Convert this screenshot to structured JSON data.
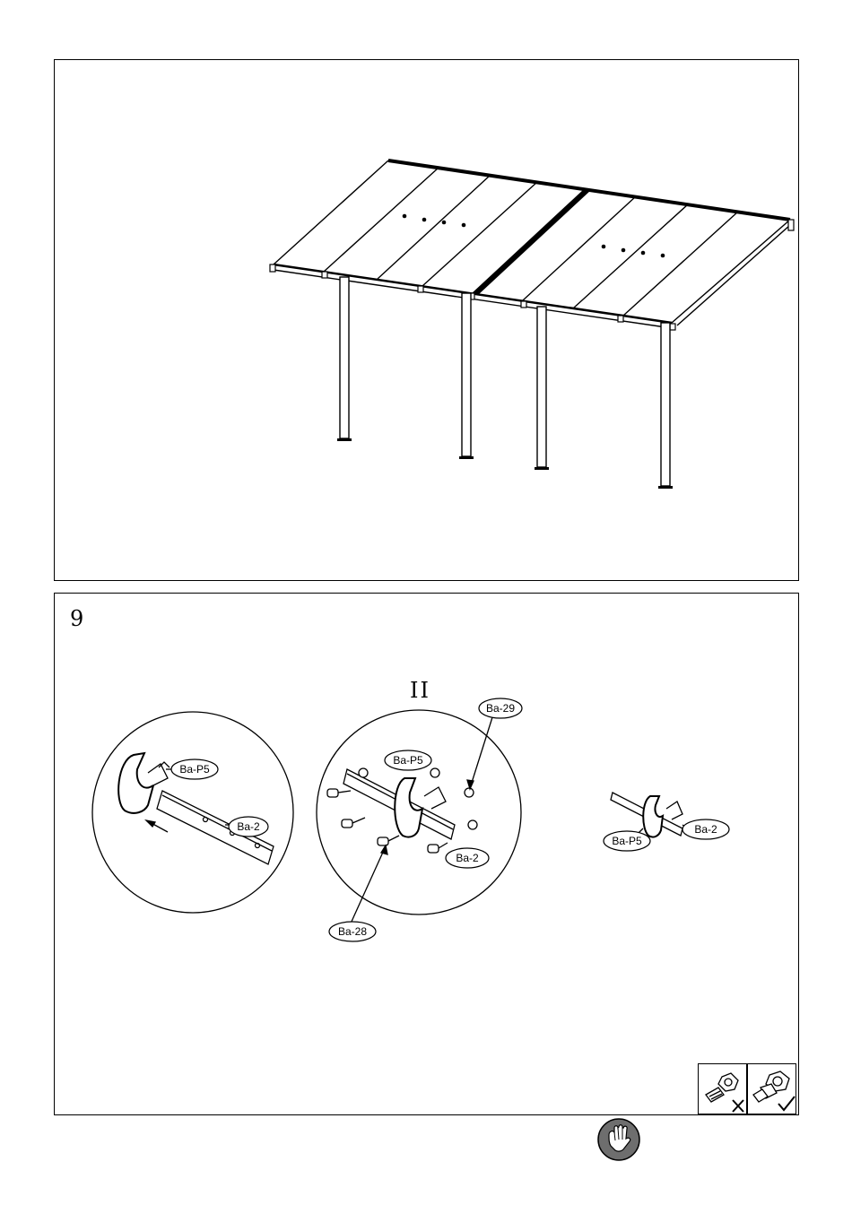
{
  "step": {
    "number": "9"
  },
  "detail": {
    "view_label": "II"
  },
  "labels": {
    "left_clamp": "Ba-P5",
    "left_bracket": "Ba-2",
    "mid_clamp": "Ba-P5",
    "mid_nut": "Ba-29",
    "mid_bracket": "Ba-2",
    "mid_bolt": "Ba-28",
    "right_bracket": "Ba-2",
    "right_clamp": "Ba-P5"
  },
  "icons": {
    "wrong": "bolt-loose-cross-icon",
    "right": "bolt-tight-check-icon",
    "glove": "glove-icon"
  }
}
